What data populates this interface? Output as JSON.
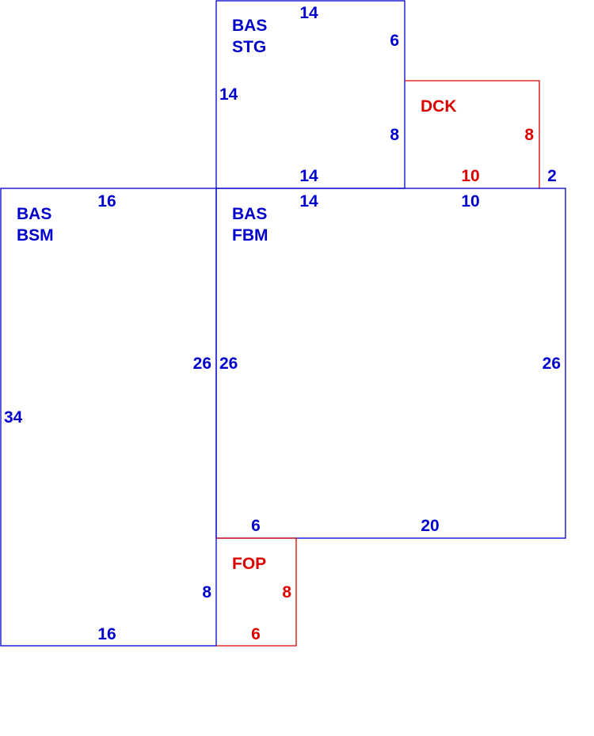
{
  "colors": {
    "living_area": "#0000cc",
    "exterior_area": "#dd0000"
  },
  "areas": {
    "storage": {
      "code": "BAS",
      "name": "STG",
      "dims": {
        "top": "14",
        "upper_right": "6",
        "left": "14",
        "lower_right": "8",
        "bottom": "14"
      }
    },
    "deck": {
      "code": "DCK",
      "dims": {
        "right": "8",
        "bottom": "10"
      }
    },
    "basement": {
      "code": "BAS",
      "name": "BSM",
      "dims": {
        "top": "16",
        "inner_right": "26",
        "left": "34",
        "lower_right": "8",
        "bottom": "16"
      }
    },
    "finished_basement": {
      "code": "BAS",
      "name": "FBM",
      "dims": {
        "top_left": "14",
        "top_right": "10",
        "step": "2",
        "left": "26",
        "right": "26",
        "bottom_left": "6",
        "bottom_right": "20"
      }
    },
    "porch": {
      "code": "FOP",
      "dims": {
        "right": "8",
        "bottom": "6"
      }
    }
  }
}
